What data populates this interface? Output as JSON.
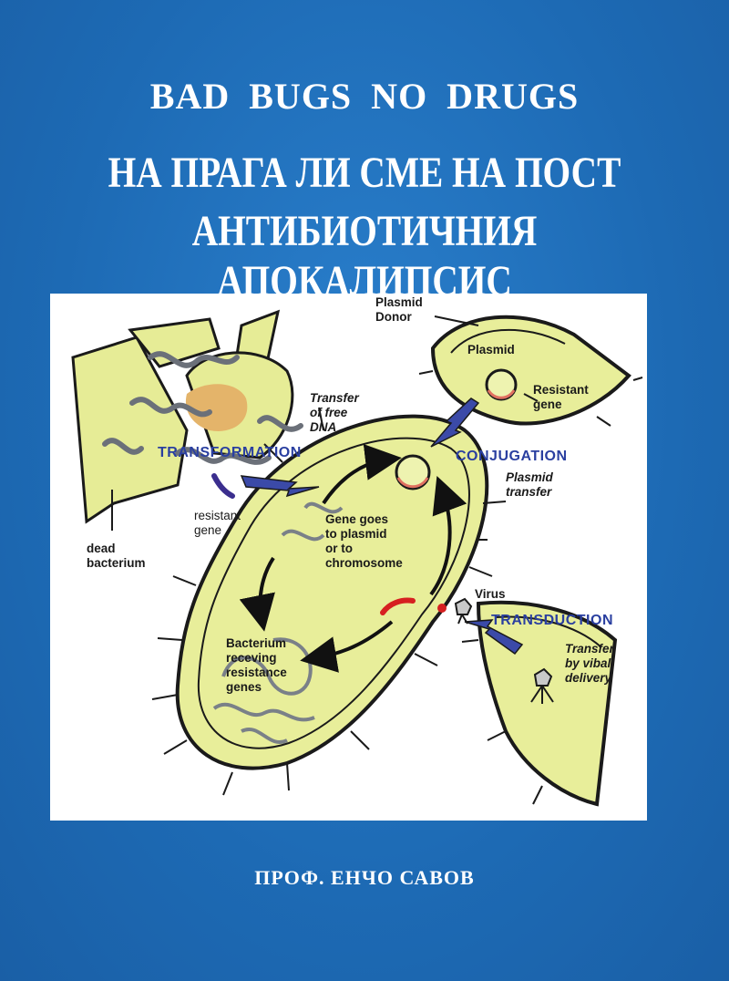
{
  "cover": {
    "title_en": "BAD  BUGS  NO  DRUGS",
    "title_bg_line1": "НА ПРАГА ЛИ  СМЕ НА ПОСТ",
    "title_bg_line2": "АНТИБИОТИЧНИЯ АПОКАЛИПСИС",
    "author": "ПРОФ. ЕНЧО САВОВ"
  },
  "diagram": {
    "processes": {
      "transformation": "TRANSFORMATION",
      "conjugation": "CONJUGATION",
      "transduction": "TRANSDUCTION"
    },
    "labels": {
      "plasmid_donor_1": "Plasmid",
      "plasmid_donor_2": "Donor",
      "plasmid": "Plasmid",
      "resistant_gene_1": "Resistant",
      "resistant_gene_2": "gene",
      "plasmid_transfer_1": "Plasmid",
      "plasmid_transfer_2": "transfer",
      "transfer_free_dna_1": "Transfer",
      "transfer_free_dna_2": "of free",
      "transfer_free_dna_3": "DNA",
      "resistant_gene_small_1": "resistant",
      "resistant_gene_small_2": "gene",
      "dead_bacterium_1": "dead",
      "dead_bacterium_2": "bacterium",
      "gene_goes_1": "Gene goes",
      "gene_goes_2": "to plasmid",
      "gene_goes_3": "or to",
      "gene_goes_4": "chromosome",
      "virus": "Virus",
      "bacterium_receiving_1": "Bacterium",
      "bacterium_receiving_2": "receving",
      "bacterium_receiving_3": "resistance",
      "bacterium_receiving_4": "genes",
      "transfer_viral_1": "Transfer",
      "transfer_viral_2": "by vibal",
      "transfer_viral_3": "delivery"
    },
    "colors": {
      "cell_fill": "#e8ee9a",
      "cell_stroke": "#1a1a1a",
      "process_text": "#2a3fa0",
      "arrow_blue": "#3b4aa8",
      "dna_gray": "#7a8088",
      "resistance_red": "#d62020"
    }
  }
}
